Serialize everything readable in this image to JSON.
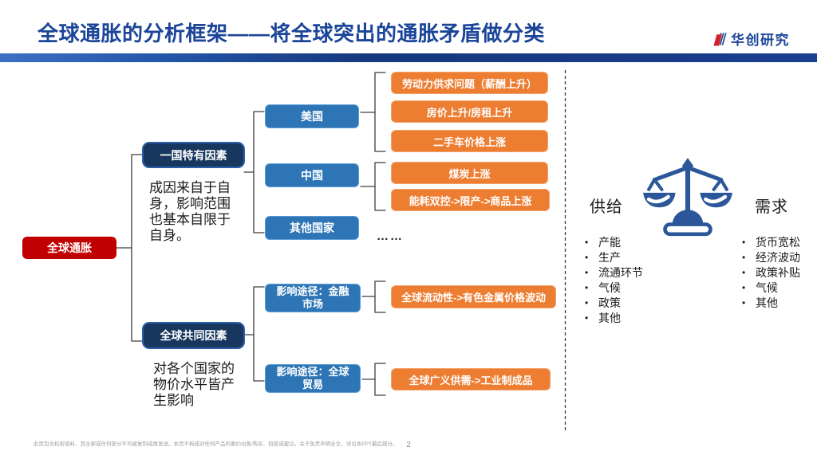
{
  "header": {
    "title": "全球通胀的分析框架——将全球突出的通胀矛盾做分类",
    "logo_text": "华创研究"
  },
  "tree": {
    "root": {
      "label": "全球通胀"
    },
    "branch_country": {
      "label": "一国特有因素",
      "note": "成因来自于自身，影响范围也基本自限于自身。"
    },
    "branch_global": {
      "label": "全球共同因素",
      "note": "对各个国家的物价水平皆产生影响"
    },
    "countries": [
      {
        "label": "美国",
        "items": [
          "劳动力供求问题（薪酬上升）",
          "房价上升/房租上升",
          "二手车价格上涨"
        ]
      },
      {
        "label": "中国",
        "items": [
          "煤炭上涨",
          "能耗双控->限产->商品上涨"
        ]
      },
      {
        "label": "其他国家",
        "items": []
      }
    ],
    "ellipsis": "……",
    "paths": [
      {
        "label": "影响途径：金融市场",
        "items": [
          "全球流动性->有色金属价格波动"
        ]
      },
      {
        "label": "影响途径：全球贸易",
        "items": [
          "全球广义供需->工业制成品"
        ]
      }
    ]
  },
  "balance": {
    "left_title": "供给",
    "right_title": "需求",
    "supply_items": [
      "产能",
      "生产",
      "流通环节",
      "气候",
      "政策",
      "其他"
    ],
    "demand_items": [
      "货币宽松",
      "经济波动",
      "政策补贴",
      "气候",
      "其他"
    ]
  },
  "footer": {
    "disclaimer": "此页包含机密资料，其全部或任何部分不可被复制或再发送。本页不构成对任何产品的要约出售/购买、招揽或建议。关于免责声明全文，详见本PPT最后部分。",
    "page_number": "2"
  },
  "colors": {
    "title_blue": "#1B4599",
    "root_red": "#C00000",
    "navy_box": "#17375E",
    "blue_box": "#2E75B6",
    "orange_box": "#ED7D31",
    "scale_blue": "#2B579A",
    "header_bar": "#1A3F8F"
  }
}
